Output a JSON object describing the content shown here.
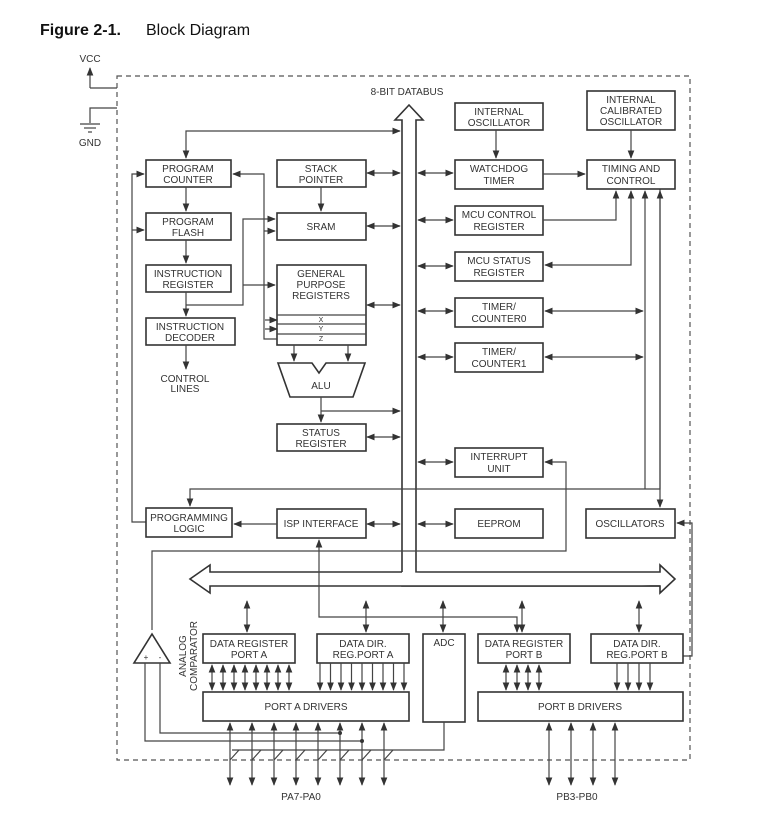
{
  "figure": {
    "number": "Figure 2-1.",
    "title": "Block Diagram"
  },
  "power": {
    "vcc": "VCC",
    "gnd": "GND"
  },
  "databus_label": "8-BIT DATABUS",
  "blocks": {
    "program_counter": [
      "PROGRAM",
      "COUNTER"
    ],
    "stack_pointer": [
      "STACK",
      "POINTER"
    ],
    "program_flash": [
      "PROGRAM",
      "FLASH"
    ],
    "sram": [
      "SRAM"
    ],
    "instruction_register": [
      "INSTRUCTION",
      "REGISTER"
    ],
    "general_purpose_registers": [
      "GENERAL",
      "PURPOSE",
      "REGISTERS"
    ],
    "gpr_rows": [
      "X",
      "Y",
      "Z"
    ],
    "instruction_decoder": [
      "INSTRUCTION",
      "DECODER"
    ],
    "control_lines": [
      "CONTROL",
      "LINES"
    ],
    "alu": [
      "ALU"
    ],
    "status_register": [
      "STATUS",
      "REGISTER"
    ],
    "internal_oscillator": [
      "INTERNAL",
      "OSCILLATOR"
    ],
    "internal_calibrated_oscillator": [
      "INTERNAL",
      "CALIBRATED",
      "OSCILLATOR"
    ],
    "watchdog_timer": [
      "WATCHDOG",
      "TIMER"
    ],
    "timing_and_control": [
      "TIMING AND",
      "CONTROL"
    ],
    "mcu_control_register": [
      "MCU CONTROL",
      "REGISTER"
    ],
    "mcu_status_register": [
      "MCU STATUS",
      "REGISTER"
    ],
    "timer_counter0": [
      "TIMER/",
      "COUNTER0"
    ],
    "timer_counter1": [
      "TIMER/",
      "COUNTER1"
    ],
    "interrupt_unit": [
      "INTERRUPT",
      "UNIT"
    ],
    "programming_logic": [
      "PROGRAMMING",
      "LOGIC"
    ],
    "isp_interface": [
      "ISP INTERFACE"
    ],
    "eeprom": [
      "EEPROM"
    ],
    "oscillators": [
      "OSCILLATORS"
    ],
    "analog_comparator": [
      "ANALOG",
      "COMPARATOR"
    ],
    "comparator_plus": "+",
    "comparator_minus": "-",
    "data_register_port_a": [
      "DATA REGISTER",
      "PORT A"
    ],
    "data_dir_reg_port_a": [
      "DATA DIR.",
      "REG.PORT A"
    ],
    "adc": [
      "ADC"
    ],
    "data_register_port_b": [
      "DATA REGISTER",
      "PORT B"
    ],
    "data_dir_reg_port_b": [
      "DATA DIR.",
      "REG.PORT B"
    ],
    "port_a_drivers": [
      "PORT A DRIVERS"
    ],
    "port_b_drivers": [
      "PORT B DRIVERS"
    ]
  },
  "pins": {
    "port_a": "PA7-PA0",
    "port_b": "PB3-PB0"
  }
}
